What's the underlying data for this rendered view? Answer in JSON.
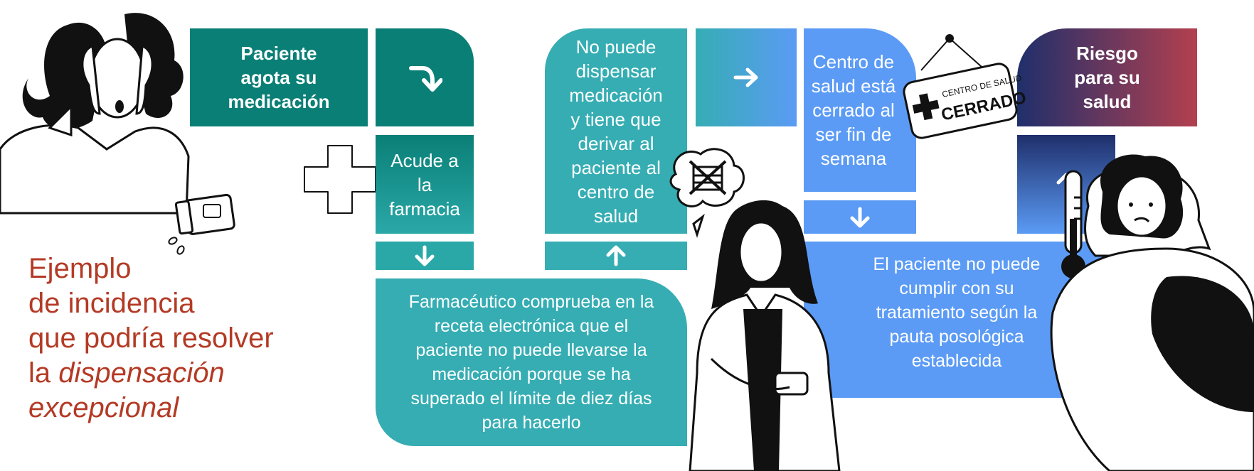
{
  "title": {
    "line1": "Ejemplo",
    "line2": "de incidencia",
    "line3": "que podría resolver",
    "line4_prefix": "la ",
    "line4_italic": "dispensación",
    "line5_italic": "excepcional"
  },
  "steps": {
    "agota": "Paciente agota su medicación",
    "acude": "Acude a la farmacia",
    "farmaceutico": "Farmacéutico comprueba en la receta electrónica que el paciente no puede llevarse la medicación porque se ha superado el límite de diez días para hacerlo",
    "no_puede": "No puede dispensar medicación y tiene que derivar al paciente al centro de salud",
    "centro": "Centro de salud está cerrado al ser fin de semana",
    "cumplir": "El paciente no puede cumplir con su tratamiento según la pauta posológica establecida",
    "riesgo": "Riesgo para su salud"
  },
  "sign": {
    "small": "CENTRO DE SALUD",
    "big": "CERRADO"
  },
  "colors": {
    "dark_teal": "#0a7f76",
    "teal": "#2aa8a8",
    "mid_teal": "#35adb3",
    "blue": "#5b9bf5",
    "riesgo_start": "#1f2f6b",
    "riesgo_end": "#b3404f",
    "title": "#b43a25"
  },
  "icons": [
    "arrow-curved-down-icon",
    "arrow-down-icon",
    "arrow-up-icon",
    "arrow-right-icon",
    "thermometer-icon",
    "pharmacy-cross-icon",
    "pill-bottle-icon",
    "medical-cross-icon",
    "crossed-box-icon"
  ]
}
